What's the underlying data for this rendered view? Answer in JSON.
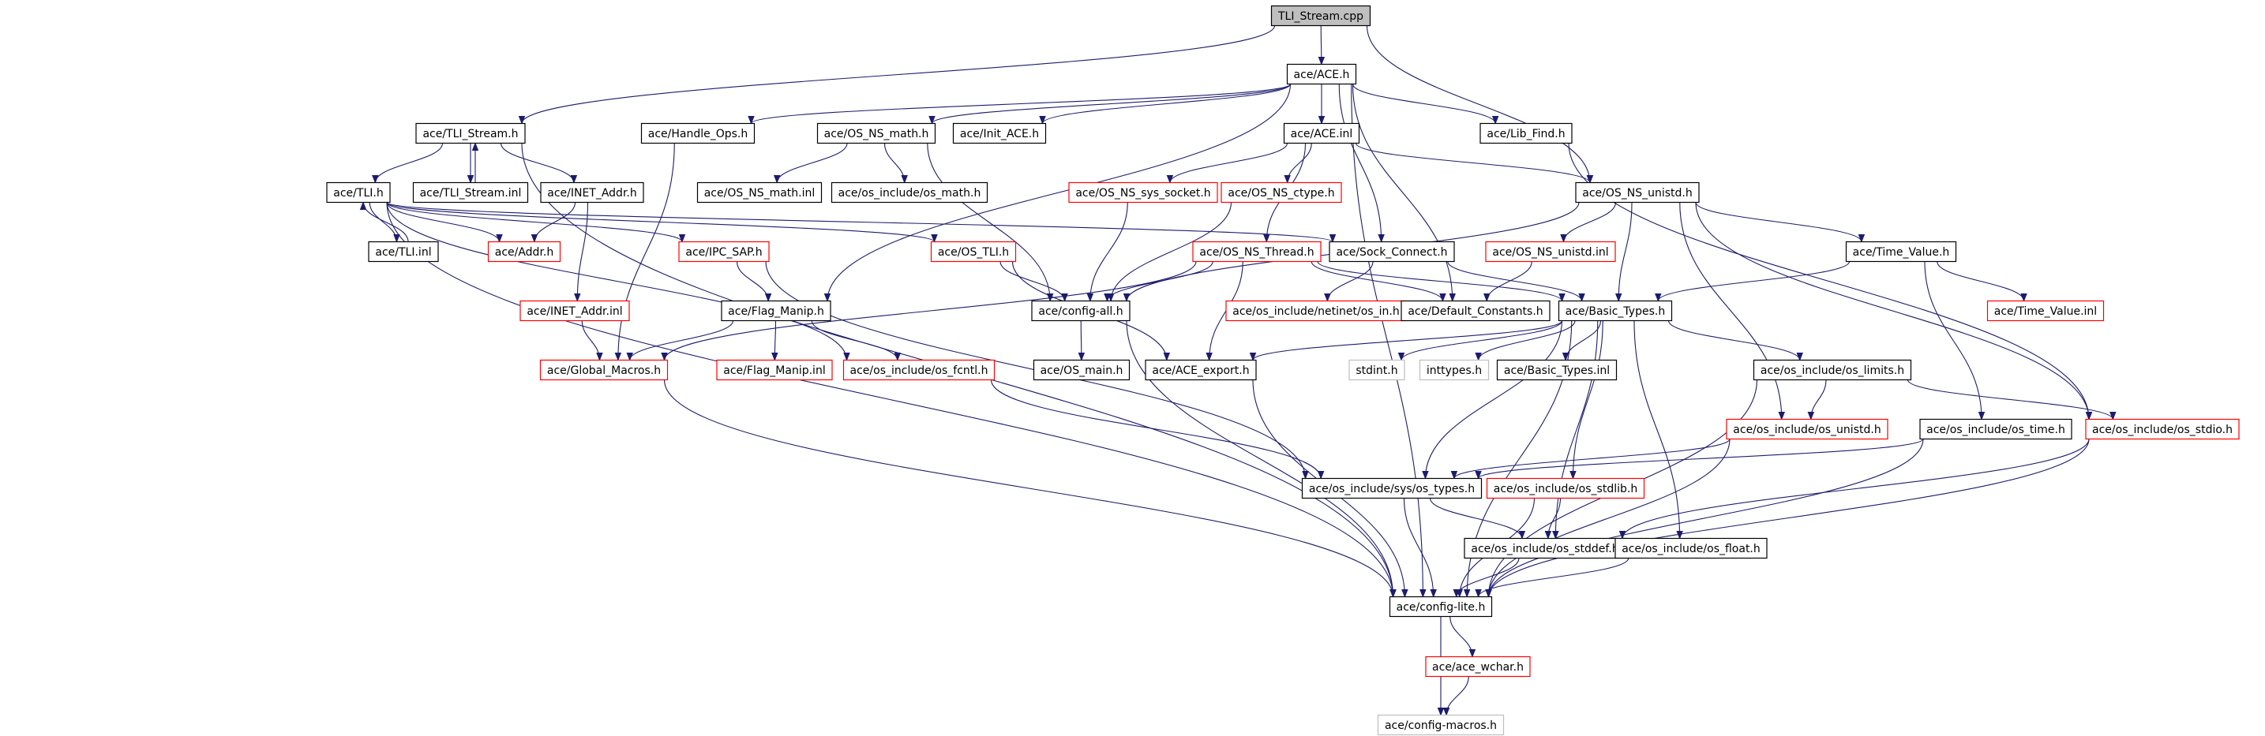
{
  "nodes": [
    {
      "id": "tli_stream_cpp",
      "label": "TLI_Stream.cpp",
      "style": "root"
    },
    {
      "id": "ace_h",
      "label": "ace/ACE.h",
      "style": "black"
    },
    {
      "id": "tli_stream_h",
      "label": "ace/TLI_Stream.h",
      "style": "black"
    },
    {
      "id": "handle_ops_h",
      "label": "ace/Handle_Ops.h",
      "style": "black"
    },
    {
      "id": "os_ns_math_h",
      "label": "ace/OS_NS_math.h",
      "style": "black"
    },
    {
      "id": "init_ace_h",
      "label": "ace/Init_ACE.h",
      "style": "black"
    },
    {
      "id": "ace_inl",
      "label": "ace/ACE.inl",
      "style": "black"
    },
    {
      "id": "lib_find_h",
      "label": "ace/Lib_Find.h",
      "style": "black"
    },
    {
      "id": "tli_h",
      "label": "ace/TLI.h",
      "style": "black"
    },
    {
      "id": "tli_stream_inl",
      "label": "ace/TLI_Stream.inl",
      "style": "black"
    },
    {
      "id": "inet_addr_h",
      "label": "ace/INET_Addr.h",
      "style": "black"
    },
    {
      "id": "os_ns_math_inl",
      "label": "ace/OS_NS_math.inl",
      "style": "black"
    },
    {
      "id": "os_include_os_math_h",
      "label": "ace/os_include/os_math.h",
      "style": "black"
    },
    {
      "id": "os_ns_sys_socket_h",
      "label": "ace/OS_NS_sys_socket.h",
      "style": "red"
    },
    {
      "id": "os_ns_ctype_h",
      "label": "ace/OS_NS_ctype.h",
      "style": "red"
    },
    {
      "id": "os_ns_unistd_h",
      "label": "ace/OS_NS_unistd.h",
      "style": "black"
    },
    {
      "id": "tli_inl",
      "label": "ace/TLI.inl",
      "style": "black"
    },
    {
      "id": "addr_h",
      "label": "ace/Addr.h",
      "style": "red"
    },
    {
      "id": "ipc_sap_h",
      "label": "ace/IPC_SAP.h",
      "style": "red"
    },
    {
      "id": "os_tli_h",
      "label": "ace/OS_TLI.h",
      "style": "red"
    },
    {
      "id": "os_ns_thread_h",
      "label": "ace/OS_NS_Thread.h",
      "style": "red"
    },
    {
      "id": "sock_connect_h",
      "label": "ace/Sock_Connect.h",
      "style": "black"
    },
    {
      "id": "os_ns_unistd_inl",
      "label": "ace/OS_NS_unistd.inl",
      "style": "red"
    },
    {
      "id": "time_value_h",
      "label": "ace/Time_Value.h",
      "style": "black"
    },
    {
      "id": "inet_addr_inl",
      "label": "ace/INET_Addr.inl",
      "style": "red"
    },
    {
      "id": "flag_manip_h",
      "label": "ace/Flag_Manip.h",
      "style": "black"
    },
    {
      "id": "config_all_h",
      "label": "ace/config-all.h",
      "style": "black"
    },
    {
      "id": "os_include_netinet_os_in_h",
      "label": "ace/os_include/netinet/os_in.h",
      "style": "red"
    },
    {
      "id": "default_constants_h",
      "label": "ace/Default_Constants.h",
      "style": "black"
    },
    {
      "id": "basic_types_h",
      "label": "ace/Basic_Types.h",
      "style": "black"
    },
    {
      "id": "time_value_inl",
      "label": "ace/Time_Value.inl",
      "style": "red"
    },
    {
      "id": "global_macros_h",
      "label": "ace/Global_Macros.h",
      "style": "red"
    },
    {
      "id": "flag_manip_inl",
      "label": "ace/Flag_Manip.inl",
      "style": "red"
    },
    {
      "id": "os_include_os_fcntl_h",
      "label": "ace/os_include/os_fcntl.h",
      "style": "red"
    },
    {
      "id": "os_main_h",
      "label": "ace/OS_main.h",
      "style": "black"
    },
    {
      "id": "ace_export_h",
      "label": "ace/ACE_export.h",
      "style": "black"
    },
    {
      "id": "stdint_h",
      "label": "stdint.h",
      "style": "gray"
    },
    {
      "id": "inttypes_h",
      "label": "inttypes.h",
      "style": "gray"
    },
    {
      "id": "basic_types_inl",
      "label": "ace/Basic_Types.inl",
      "style": "black"
    },
    {
      "id": "os_include_os_limits_h",
      "label": "ace/os_include/os_limits.h",
      "style": "black"
    },
    {
      "id": "os_include_os_unistd_h",
      "label": "ace/os_include/os_unistd.h",
      "style": "red"
    },
    {
      "id": "os_include_os_time_h",
      "label": "ace/os_include/os_time.h",
      "style": "black"
    },
    {
      "id": "os_include_os_stdio_h",
      "label": "ace/os_include/os_stdio.h",
      "style": "red"
    },
    {
      "id": "os_include_sys_os_types_h",
      "label": "ace/os_include/sys/os_types.h",
      "style": "black"
    },
    {
      "id": "os_include_os_stdlib_h",
      "label": "ace/os_include/os_stdlib.h",
      "style": "red"
    },
    {
      "id": "os_include_os_stddef_h",
      "label": "ace/os_include/os_stddef.h",
      "style": "black"
    },
    {
      "id": "os_include_os_float_h",
      "label": "ace/os_include/os_float.h",
      "style": "black"
    },
    {
      "id": "config_lite_h",
      "label": "ace/config-lite.h",
      "style": "black"
    },
    {
      "id": "ace_wchar_h",
      "label": "ace/ace_wchar.h",
      "style": "red"
    },
    {
      "id": "config_macros_h",
      "label": "ace/config-macros.h",
      "style": "gray"
    }
  ],
  "edges": [
    [
      "tli_stream_cpp",
      "ace_h"
    ],
    [
      "tli_stream_cpp",
      "tli_stream_h"
    ],
    [
      "tli_stream_cpp",
      "os_ns_unistd_h"
    ],
    [
      "ace_h",
      "handle_ops_h"
    ],
    [
      "ace_h",
      "os_ns_math_h"
    ],
    [
      "ace_h",
      "init_ace_h"
    ],
    [
      "ace_h",
      "ace_inl"
    ],
    [
      "ace_h",
      "lib_find_h"
    ],
    [
      "ace_h",
      "flag_manip_h"
    ],
    [
      "ace_h",
      "sock_connect_h"
    ],
    [
      "ace_h",
      "default_constants_h"
    ],
    [
      "ace_h",
      "config_lite_h"
    ],
    [
      "tli_stream_h",
      "tli_h"
    ],
    [
      "tli_stream_h",
      "tli_stream_inl"
    ],
    [
      "tli_stream_h",
      "inet_addr_h"
    ],
    [
      "tli_stream_h",
      "config_lite_h"
    ],
    [
      "tli_stream_inl",
      "tli_stream_h"
    ],
    [
      "handle_ops_h",
      "global_macros_h"
    ],
    [
      "os_ns_math_h",
      "os_ns_math_inl"
    ],
    [
      "os_ns_math_h",
      "os_include_os_math_h"
    ],
    [
      "os_ns_math_h",
      "config_all_h"
    ],
    [
      "ace_inl",
      "os_ns_sys_socket_h"
    ],
    [
      "ace_inl",
      "os_ns_ctype_h"
    ],
    [
      "ace_inl",
      "os_ns_unistd_h"
    ],
    [
      "ace_inl",
      "os_ns_thread_h"
    ],
    [
      "lib_find_h",
      "os_include_os_stdio_h"
    ],
    [
      "tli_h",
      "tli_inl"
    ],
    [
      "tli_h",
      "addr_h"
    ],
    [
      "tli_h",
      "ipc_sap_h"
    ],
    [
      "tli_h",
      "os_tli_h"
    ],
    [
      "tli_h",
      "os_include_os_fcntl_h"
    ],
    [
      "tli_h",
      "sock_connect_h"
    ],
    [
      "tli_h",
      "config_lite_h"
    ],
    [
      "tli_inl",
      "tli_h"
    ],
    [
      "inet_addr_h",
      "addr_h"
    ],
    [
      "inet_addr_h",
      "inet_addr_inl"
    ],
    [
      "os_ns_sys_socket_h",
      "config_all_h"
    ],
    [
      "os_ns_ctype_h",
      "config_all_h"
    ],
    [
      "os_ns_unistd_h",
      "config_all_h"
    ],
    [
      "os_ns_unistd_h",
      "os_ns_unistd_inl"
    ],
    [
      "os_ns_unistd_h",
      "time_value_h"
    ],
    [
      "os_ns_unistd_h",
      "basic_types_h"
    ],
    [
      "os_ns_unistd_h",
      "os_include_os_unistd_h"
    ],
    [
      "os_ns_unistd_h",
      "os_include_os_stdio_h"
    ],
    [
      "ipc_sap_h",
      "flag_manip_h"
    ],
    [
      "ipc_sap_h",
      "os_include_sys_os_types_h"
    ],
    [
      "os_tli_h",
      "config_all_h"
    ],
    [
      "os_tli_h",
      "ace_export_h"
    ],
    [
      "os_ns_thread_h",
      "config_all_h"
    ],
    [
      "os_ns_thread_h",
      "global_macros_h"
    ],
    [
      "os_ns_thread_h",
      "ace_export_h"
    ],
    [
      "os_ns_thread_h",
      "default_constants_h"
    ],
    [
      "os_ns_thread_h",
      "basic_types_h"
    ],
    [
      "sock_connect_h",
      "os_include_netinet_os_in_h"
    ],
    [
      "sock_connect_h",
      "basic_types_h"
    ],
    [
      "os_ns_unistd_inl",
      "default_constants_h"
    ],
    [
      "time_value_h",
      "basic_types_h"
    ],
    [
      "time_value_h",
      "time_value_inl"
    ],
    [
      "time_value_h",
      "os_include_os_time_h"
    ],
    [
      "inet_addr_inl",
      "global_macros_h"
    ],
    [
      "flag_manip_h",
      "global_macros_h"
    ],
    [
      "flag_manip_h",
      "flag_manip_inl"
    ],
    [
      "flag_manip_h",
      "os_include_os_fcntl_h"
    ],
    [
      "config_all_h",
      "os_main_h"
    ],
    [
      "config_all_h",
      "config_lite_h"
    ],
    [
      "basic_types_h",
      "ace_export_h"
    ],
    [
      "basic_types_h",
      "stdint_h"
    ],
    [
      "basic_types_h",
      "inttypes_h"
    ],
    [
      "basic_types_h",
      "basic_types_inl"
    ],
    [
      "basic_types_h",
      "os_include_os_limits_h"
    ],
    [
      "basic_types_h",
      "os_include_sys_os_types_h"
    ],
    [
      "basic_types_h",
      "os_include_os_stdlib_h"
    ],
    [
      "basic_types_h",
      "os_include_os_stddef_h"
    ],
    [
      "basic_types_h",
      "os_include_os_float_h"
    ],
    [
      "basic_types_h",
      "config_lite_h"
    ],
    [
      "global_macros_h",
      "config_lite_h"
    ],
    [
      "os_include_os_fcntl_h",
      "os_include_sys_os_types_h"
    ],
    [
      "ace_export_h",
      "config_lite_h"
    ],
    [
      "os_include_os_limits_h",
      "os_include_os_unistd_h"
    ],
    [
      "os_include_os_limits_h",
      "os_include_os_stdio_h"
    ],
    [
      "os_include_os_limits_h",
      "config_lite_h"
    ],
    [
      "os_include_os_unistd_h",
      "os_include_sys_os_types_h"
    ],
    [
      "os_include_os_unistd_h",
      "config_lite_h"
    ],
    [
      "os_include_os_time_h",
      "os_include_sys_os_types_h"
    ],
    [
      "os_include_os_time_h",
      "config_lite_h"
    ],
    [
      "os_include_os_stdio_h",
      "os_include_os_stddef_h"
    ],
    [
      "os_include_os_stdio_h",
      "config_lite_h"
    ],
    [
      "os_include_sys_os_types_h",
      "os_include_os_stddef_h"
    ],
    [
      "os_include_sys_os_types_h",
      "config_lite_h"
    ],
    [
      "os_include_os_stdlib_h",
      "os_include_os_stddef_h"
    ],
    [
      "os_include_os_stdlib_h",
      "config_lite_h"
    ],
    [
      "os_include_os_stddef_h",
      "config_lite_h"
    ],
    [
      "os_include_os_float_h",
      "config_lite_h"
    ],
    [
      "config_lite_h",
      "ace_wchar_h"
    ],
    [
      "config_lite_h",
      "config_macros_h"
    ],
    [
      "ace_wchar_h",
      "config_macros_h"
    ]
  ]
}
